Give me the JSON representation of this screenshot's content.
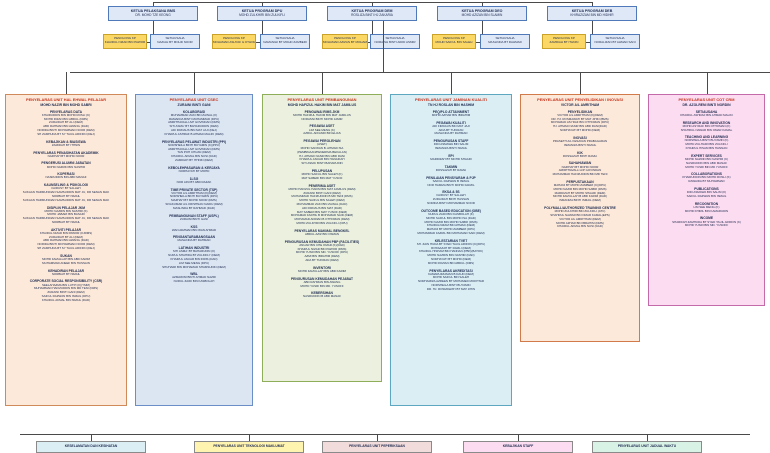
{
  "top_row": [
    {
      "title": "KETUA PELAKSANA BMS",
      "name": "DR. MOHD TZE KEONG"
    },
    {
      "title": "KETUA PROGRAM DPU",
      "name": "MOHD ZULKHIRI BIN ZULKIFLI"
    },
    {
      "title": "KETUA PROGRAM DEM",
      "name": "ROSLIZA BINTI HJ ZAKARIA"
    },
    {
      "title": "KETUA PROGRAM DEO",
      "name": "MOHD AZIZAN BIN SLAMIN"
    },
    {
      "title": "KETUA PROGRAM DEB",
      "name": "KHIRAZIZAM BIN MD HIDHIR"
    }
  ],
  "second_row": [
    {
      "title": "PENOLONG KP",
      "name": "KHAIRUL NIZAD BIN PAWOR"
    },
    {
      "title": "SETIAUSAHA",
      "name": "NAZIAH BT MOHD NOOR"
    },
    {
      "title": "PENOLONG KP",
      "name": "MOHAMAD ASHYAF & OTHOMAN"
    },
    {
      "title": "SETIAUSAHA",
      "name": "NAMANIHI BT MOHD ZAMBERI"
    },
    {
      "title": "PENOLONG KP",
      "name": "MOHAMAD AZIZAN BT MOHAMED MOKHTAR"
    },
    {
      "title": "SETIAUSAHA",
      "name": "NORAISH BINTI AIDID ASMIR"
    },
    {
      "title": "PENOLONG KP",
      "name": "MOHD SAIFUL BIN SALEH"
    },
    {
      "title": "SETIAUSAHA",
      "name": "MASLINDA BT RAHMAD"
    },
    {
      "title": "PENOLONG KP",
      "name": "ZAMIDAH BT ITHNIN"
    },
    {
      "title": "SETIAUSAHA",
      "name": "NORALIZAN BT AHMAD SANI"
    }
  ],
  "columns": [
    {
      "header": "PENYELARAS UNIT HAL EHWAL PELAJAR",
      "subheader": "MOHD NAZIR BIN MOHD SABRI",
      "sections": [
        {
          "title": "PENYELARAS DATA",
          "names": [
            "KHAIRUDDIN BIN MOHD ROSLI (K)",
            "MOHD RIZAN BIN ABDUL (DMS)",
            "ZURAIDAH BT ALI (DEM)",
            "ABD RAHMAN BIN AWANG (DAD)",
            "NORIDA BINTI MOHAMMAD NOOR (DEM)",
            "SH ZAMHUDA BT SY TAUIL ARIFFIN (DEJ)"
          ]
        },
        {
          "title": "KEBAJIKAN & BIASISWA",
          "names": [
            "ZAMIDAH BT ITHNIN"
          ]
        },
        {
          "title": "PENYELARAS PENASIHATAN AKADEMIK",
          "names": [
            "NAZIHAH BT MOHD NOOR"
          ]
        },
        {
          "title": "PENGERUSI ALUMNI JABATAN",
          "names": [
            "MOHD NAZRIN BIN NASHIR"
          ]
        },
        {
          "title": "KOPERASI",
          "names": [
            "NASRUDDIN BIN ABD MANAF"
          ]
        },
        {
          "title": "KAUNSELING & PSIKOLOGI",
          "names": [
            "FAIRUSY BT SALLEH",
            "SUKAAN HARMUNDIAN SAMSUDDIN MAT JU, DR SENAN MAK",
            "NORBIAH BT ISMAIL",
            "SUKAAN HARMUNDIAN SAMSUDDIN MAT JU, DR SENAN MAK"
          ]
        },
        {
          "title": "DISIPLIN PELAJAR JKM",
          "names": [
            "MOHD NAZRIN BIN NASHIR (K)",
            "MOHD JABARI BIN BASARI",
            "SUKAAN HARMUNDIAN SAMSUDDIN MAT JU, DR SENAN MAK",
            "NORBIAH BT ISMAIL"
          ]
        },
        {
          "title": "AKTIVITI PELAJAR",
          "names": [
            "KHAIRUL NIZAD BIN PAWOR (KJRMS)",
            "ZURAIDAH BT ALI (DEM)",
            "ABD RAHMAN BIN AWANG (DAD)",
            "NORIDA BINTI MOHAMMAD NOOR (DEM)",
            "SH ZAMHUDA BT SY TAUIL ARIFFIN (DEJ)"
          ]
        },
        {
          "title": "SUKAN",
          "names": [
            "MOHD FAIZALLAH BIN ABD KARIM",
            "MUHAMMAD ANEEF BIN HUSSAIN"
          ]
        },
        {
          "title": "KEHADIRAN PELAJAR",
          "names": [
            "NORBIAH BT ISMAIL"
          ]
        },
        {
          "title": "CORPORATE SOCIAL RESPONSIBILITY (CSR)",
          "names": [
            "SEELAHAZMA BIN LUTPI (K)(YMM)",
            "MUHAMMAD HAFIZUDDIN BIN MD TENI (DMS)",
            "ZURAINI BINTI GANI (DEM)",
            "SAIFUL RAZWAN BIN ISMAIL (DPU)",
            "KHAIRUL AKMAL BIN ISMAIL (DAD)"
          ]
        }
      ]
    },
    {
      "header": "PENYELARAS UNIT CSEC",
      "subheader": "ZURAINI BINTI GANI",
      "sections": [
        {
          "title": "KOLABORASI",
          "names": [
            "MUHAMMAD ZAKI BIN ZAINAL (K)",
            "RAMAKDA BINTI MUHAMMAD (DPU)",
            "AMIRTHAVALLI A/P GOVINDAN (DMS)",
            "SITI ASMA' BT BAHARUDDIN (DEM)",
            "ADI FIRDAUS BIN MAT JAJI (DEJ)",
            "KHAIRUL ASHRAF B AHMAD MALIKI (DEM)"
          ]
        },
        {
          "title": "PENYELARAS PELAWAT INDUSTRI (PPI)",
          "names": [
            "NORSHEILA BINTI BUYAMIN (K)(PPU)",
            "AMIRTHAVALLI A/P GOVINDAN (DMS)",
            "TAN POH CHUAN (DEM)",
            "KHAIRUL AKMAL BIN NUSI (DAD)",
            "ZAMIDAH BT ITHNIN (DEM)"
          ]
        },
        {
          "title": "KEBOLEHPASARAN & KERJAYA",
          "names": [
            "NORHAYATI BT MOHD"
          ]
        },
        {
          "title": "1LSG",
          "names": [
            "NOR AINI BT ABD RAZAK"
          ]
        },
        {
          "title": "TIME PRIVATE SECTOR (TSP)",
          "names": [
            "VICTOR A/L AMRITHAM (K)(DEM)",
            "NORSHEILA BINTI BUYAMIN (DPU)",
            "MAZHAH BT MOHD NOOR (DMS)",
            "SIVAKUMAR A/L KRISHNAN NAIDU (DEM)",
            "MASLINDA BT RAHMAD (DAD)"
          ]
        },
        {
          "title": "PEMBANGUNAN STAFF (USPL)",
          "names": [
            "ZURAINI BINTI GANI"
          ]
        },
        {
          "title": "KSS",
          "names": [
            "WAN ADZMAN BIN WAN AHMAD"
          ]
        },
        {
          "title": "PENGANTARABANGSAAN",
          "names": [
            "MASLINDA BT RAHMAD"
          ]
        },
        {
          "title": "LATIHAN INDUSTRI",
          "names": [
            "SITI ASMA' BT BAHARUDIN (K)",
            "NURUL SHAHIDA BT ZULKIFLY (DEM)",
            "KHAIRUL ANUAR BIN IDRIS (DAD)",
            "LIM SEE MENG (DPU)",
            "SHUHAIRI BIN MOHAMAD SHAMSUDIN (DEM)"
          ]
        },
        {
          "title": "WBL",
          "names": [
            "AZMAWINI BINTI AHMAD NAZRI",
            "NURUL ZAIDI BIN KASBOLAH"
          ]
        }
      ]
    },
    {
      "header": "PENYELARAS UNIT PEMBANGUNAN",
      "subheader": "MOHD HAFIZUL HAKIM BIN MAT JAMILUS",
      "sections": [
        {
          "title": "PENGAWAI RIMS JKM",
          "names": [
            "MOHD HAFIZUL HAKIM BIN MAT JAMILUS",
            "NORASNI BINTI MOHD JAMIR"
          ]
        },
        {
          "title": "PEGAWAI ASET",
          "names": [
            "LIM SEE MENG (K)",
            "AZRUL AFFANDI BIN ELIAS"
          ]
        },
        {
          "title": "PEGAWAI PEROLEHAN",
          "names": [
            "(ASET)",
            "MOHD SAFWAN B. AHMAD ISA",
            "(PEMBINAAN/PENERIMA BEKALAN)",
            "HJ. AHMAD NASIR BIN ABD RANI",
            "KHAIRUL ANUAR BIN HANAFIAH",
            "SITI ASMA' BINTI BAHARUDIN"
          ]
        },
        {
          "title": "PELUPUSAN",
          "names": [
            "MOHD SAIFUL BIN SALEH (K)",
            "MAT SABERI BIN MAT YUSOF"
          ]
        },
        {
          "title": "PENERIMA ASET",
          "names": [
            "MOHD HAFIZUL HAKIM BIN MAT JAMILUS (DEM)",
            "ZURAINI BINTI GANI (DEM)",
            "MUHAMMAD HAFIZUDDIN B MD TENI (DMS)",
            "MOHD SAIFUL BIN SALEH (DEM)",
            "MUHAMMAD ZAKI BIN ZAINAL (DAD)",
            "ADI FIRDAUS BIN MAT (DAD)",
            "MAT SABERI BIN MAT YUSOF (DEM)",
            "MOHAMAD FADHIL B MOHAMAD SAID (DEM)",
            "MOHAMAD ADRIAN B OTHOMAN (DEM)",
            "MOHD ZULKHIRI BIN ZULKIFLI (DPU)"
          ]
        },
        {
          "title": "PENYELARAS MAKMAL BENGKEL",
          "names": [
            "ABDUL AZIZ BIN OSMAN"
          ]
        },
        {
          "title": "PENGURUSAN KEMUDAHAN PBP (FACILITIES)",
          "names": [
            "ANUAR BIN CHE OMAR (K)(DAD)",
            "KHAIRUL NIZAD BIN PAWOR (DMS)",
            "MOHD YUSRI BIN MD. YUSOFF (DPU)",
            "AZMI BIN IBRAHIM (DEM)",
            "ADA BT TUKIRAN (DEM)"
          ]
        },
        {
          "title": "INVENTORI",
          "names": [
            "MOHD FAIZULLAH BIN ABD KARIM"
          ]
        },
        {
          "title": "PENGURUSAN KEMUDAHAN PEJABAT",
          "names": [
            "ABD RAHMAN BIN AWANG",
            "MOHD YUSRI BIN MD. YUSOFF"
          ]
        },
        {
          "title": "KEBERSIHAN",
          "names": [
            "NASRUDDIN B ABD MANAF"
          ]
        }
      ]
    },
    {
      "header": "PENYELARAS UNIT JAMINAN KUALITI",
      "subheader": "TN HJ ROSLAN BIN HASHIM",
      "sections": [
        {
          "title": "PEQ/PLO ATTAINMENT",
          "names": [
            "MOHD AZHAR BIN IBRAHIM"
          ]
        },
        {
          "title": "PEGAWAI KUALITI",
          "names": [
            "ADI FIRDAUS BIN MAT JAJI",
            "AIDA BT TUKIRAN",
            "MASLINDA BT RAHMAD"
          ]
        },
        {
          "title": "PENGURUSAN STAFF",
          "names": [
            "DIDI ASMAWA BIN SALIM",
            "ISMANIZA BINTI ISMAIL"
          ]
        },
        {
          "title": "EPI",
          "names": [
            "MARDIZAH BT MOHD SHAARI"
          ]
        },
        {
          "title": "TAKMIN",
          "names": [
            "ROSSAZAH BT RAMLI"
          ]
        },
        {
          "title": "PENILAIAN PENSYARAH & PJP",
          "names": [
            "SAIFUL RAZWAN B ISMAIL",
            "NOR HAMIZA BINTI MOHD FADZIL"
          ]
        },
        {
          "title": "EKSA & 5S",
          "names": [
            "FAIRUSY BT SALLEH",
            "ZURAIDAH BINTI HASSAN",
            "NORIDA BINTI MOHAMMAD NOOR"
          ]
        },
        {
          "title": "OUTCOME BASED EDUCATION (OBE)",
          "names": [
            "NURUL ZAIDI BIN KASBOLAH (K)",
            "MOHD SAIFUL BIN MOHD ISA (DAD)",
            "MOHD NAZIR BIN MOHD SABRI (DMS)",
            "KHAIRULNIZAM BIN AHMAD (DEM)",
            "MAHANI BT MOHD ZAMBERI (DPU)",
            "MOHAMMAD FAZRIL BIN MOHAMAD SAID (DEM)"
          ]
        },
        {
          "title": "KELESTARIAN TVET",
          "names": [
            "SH. ZAIN HUDA BT SYED TAUIL ARIFFIN (K)(DPU)",
            "ROSSAZAH BT RAMLI (DEM)",
            "KHAIRUL HISHAM BIN HANNAN (PBK)(BATOK)",
            "MOHD NAZRIN BIN NASHIR (DAD)",
            "NORHAYATI BT MOHD (DEM)",
            "MOHD ROZIAN BIN ABDUL (DMS)"
          ]
        },
        {
          "title": "PENYELARAS AKREDITASI",
          "names": [
            "KAMARUZZAMAN B DAUD (DEM)",
            "MOHD SAIFUL BIN SALEH",
            "NORHAMIZA AZREEN BT MOHAMED MOKHTAR",
            "NORSHEILA BINTI BUYAMIN",
            "DR. HJ. ROSMAWATI BT MAT JIHIN"
          ]
        }
      ]
    },
    {
      "header": "PENYELARAS UNIT PENYELIDIKAN / INOVASI",
      "subheader": "VICTOR A/L AMRITHAM",
      "sections": [
        {
          "title": "PENYELIDIKAN",
          "names": [
            "VICTOR A/L AMRITHAM (K)(DEM)",
            "DR. HJ. ROSMAWATI BT MAT JIHIN (BMS)",
            "MOHAMAD ASYRAF BIN OTHOMAN (DPU)",
            "HJ. AHMAD NASIR BIN ABD RANI(DAD)",
            "NORHAYATI BT MOHD (DEM)"
          ]
        },
        {
          "title": "INOVASI",
          "names": [
            "PRASETH A/L KESAVAN PRABAGARAN",
            "ISMANIZA BINTI ISMAIL"
          ]
        },
        {
          "title": "KIK",
          "names": [
            "ROSSAZAH BINTI RAMLI"
          ]
        },
        {
          "title": "SAHAHIAWAN",
          "names": [
            "NAZIHAH BT MOHD NOOR",
            "AMIRTHAVALLI A/P GOVINDAN",
            "MUHAMMAD HAFIZUDDIN BIN MD TENI"
          ]
        },
        {
          "title": "PERPUSTAKAAN",
          "names": [
            "MAHANI BT MOHD ZAMBERI (K)(DPU)",
            "MOHD NAZIR BIN MOHD SABRI (DMS)",
            "MARDIZAH BT MOHD SHAARI (DEM)",
            "MOHD FAIZULLAH B ABD KARIM (DAD)",
            "ISMANIZA BINTI ISMAIL (DEM)"
          ]
        },
        {
          "title": "POLYMALL/AUTHORIZED TRAINING CENTRE",
          "names": [
            "MOHD ZULKHIRI BIN ZULKIFLI (ATC)",
            "SHAHRUL NAWAR BIN OMAR KAMAL(EPS)",
            "VICTOR A/L AMRITHAM (DEM)",
            "MOHD AZHAR BIN IBRAHIM (DMS)",
            "KHAIRUL AKMAL BIN NUSI (DAD)"
          ]
        }
      ]
    },
    {
      "header": "PENYELARAS UNIT COT CRM",
      "subheader": "DR. AZOLRENI BINTI NORDIN",
      "sections": [
        {
          "title": "SETIAUSAHA",
          "names": [
            "KHAIRUL ASHRAF BIN AHMAD MALIKI"
          ]
        },
        {
          "title": "RESEARCH AND INNOVATION",
          "names": [
            "MOHD ASYRAF BIN OTHOMAN (K)",
            "SHAHRUL NAWAR BIN OMAR KAMAL"
          ]
        },
        {
          "title": "TEACHING AND LEARNING",
          "names": [
            "NORSHEILA BINTI BUYAMIN (K)",
            "MOHD ZULHAIRI BIN ZULKIFLI",
            "KHAIRUL HISAM BIN HANNAN"
          ]
        },
        {
          "title": "EXPERT SERVICES",
          "names": [
            "MOHD NAZRIN BIN NASHIR (K)",
            "NASRUDDIN BIN ABD MANAF",
            "MOHD YUSRI BIN MD YUSOFF"
          ]
        },
        {
          "title": "COLLABORATIONS",
          "names": [
            "KHAIRUDDIN BIN MOHD ROSLI (K)",
            "RAWAIDA BT MUHAMMAD"
          ]
        },
        {
          "title": "PUBLICATIONS",
          "names": [
            "DIDI ASMAWA BIN SALIM (K)",
            "SAIFUL RAZWAN BIN ISMAIL"
          ]
        },
        {
          "title": "RECOGNITION",
          "names": [
            "LIM SEE MENG (K)",
            "MOHD KHIRIL BIN KAMARUDIN"
          ]
        },
        {
          "title": "INCOME",
          "names": [
            "SHARIFAH ZAMHUDA BT SYED TAUIL ARIFFIN (K)",
            "MOHD YUSRI BIN MD. YUSOFF"
          ]
        }
      ]
    }
  ],
  "bottom_row": [
    {
      "label": "KESELAMATAN DAN KESIHATAN"
    },
    {
      "label": "PENYELARAS UNIT TEKNOLOGI MAKLUMAT"
    },
    {
      "label": "PENYELARAS UNIT PEPERIKSAAN"
    },
    {
      "label": "KEBAJIKAN STAFF"
    },
    {
      "label": "PENYELARAS UNIT JADUAL WAKTU"
    }
  ],
  "colors": {
    "line": "#4a4a4a",
    "top_box_fill": "#dfe8f6",
    "top_box_border": "#4f79b8",
    "penolong_fill": "#fbd766",
    "penolong_border": "#c9a227",
    "setiausaha_fill": "#dfe8f6",
    "col1_fill": "#fde9d9",
    "col1_border": "#d08a5a",
    "col2_fill": "#dce6f2",
    "col2_border": "#6b8ec6",
    "col3_fill": "#ebf1de",
    "col3_border": "#8fae5a",
    "col4_fill": "#dbeef4",
    "col4_border": "#5ea7c0",
    "col5_fill": "#fde9d9",
    "col5_border": "#d27a4a",
    "col6_fill": "#fcdcf0",
    "col6_border": "#c46aa9",
    "bottom1": "#dbeef4",
    "bottom2": "#fff3b0",
    "bottom3": "#f2dcdb",
    "bottom4": "#fcdcf0",
    "bottom5": "#d9f2e6"
  }
}
